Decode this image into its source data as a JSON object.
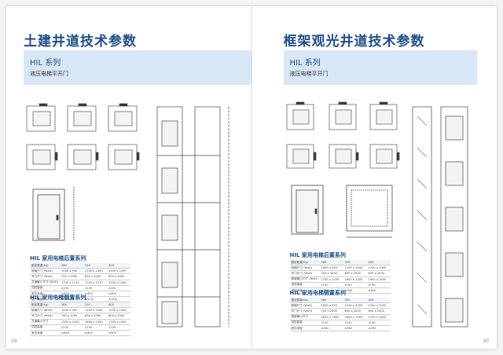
{
  "left_page": {
    "title": "土建井道技术参数",
    "series": "HIL 系列",
    "subtitle": "液压电梯平开门",
    "page_number": "29",
    "table1": {
      "title": "HIL 家用电梯后置系列",
      "rows": [
        [
          "额定载重(kg)",
          "260",
          "320",
          "400"
        ],
        [
          "轿厢尺寸 (WxD)",
          "1000 x 950",
          "1100 x 1000",
          "1200 x 1050"
        ],
        [
          "开门尺寸 (WxH)",
          "700 x 2000",
          "800 x 2000",
          "800 x 2000"
        ],
        [
          "井道最小尺寸 (WxD)",
          "1700 x 1170",
          "1700 x 1270",
          "1900 x 1400"
        ],
        [
          "顶层高度",
          "2150",
          "2150",
          "2150"
        ],
        [
          "底坑深度",
          "≥300",
          "≥300",
          "≥300"
        ],
        [
          "提升高度",
          "≤12m",
          "≤12m",
          "≤12m"
        ]
      ]
    },
    "table2": {
      "title": "HIL 家用电梯侧置系列",
      "rows": [
        [
          "额定载重(kg)",
          "260",
          "320",
          "400"
        ],
        [
          "轿厢尺寸 (WxD)",
          "1000 x 950",
          "1100 x 1000",
          "1200 x 1050"
        ],
        [
          "开门尺寸 (WxH)",
          "700 x 2000",
          "800 x 2000",
          "800 x 2000"
        ],
        [
          "井道最小尺寸",
          "1500 x 1200",
          "1650 x 1300",
          "1700 x 1400"
        ],
        [
          "顶层高度",
          "2150",
          "2150",
          "2150"
        ],
        [
          "底坑深度",
          "≥300",
          "≥300",
          "≥300"
        ]
      ]
    }
  },
  "right_page": {
    "title": "框架观光井道技术参数",
    "series": "HIL 系列",
    "subtitle": "液压电梯平开门",
    "page_number": "30",
    "table1": {
      "title": "HIL 家用电梯后置系列",
      "rows": [
        [
          "额定载重(kg)",
          "260",
          "320",
          "400"
        ],
        [
          "轿厢尺寸 (WxD)",
          "1000 x 950",
          "1100 x 1000",
          "1200 x 1050"
        ],
        [
          "开门尺寸 (WxH)",
          "700 x 2000",
          "800 x 2000",
          "800 x 2000"
        ],
        [
          "框架最小尺寸 (WxD)",
          "1750 x 1250",
          "1800 x 1300",
          "1900 x 1400"
        ],
        [
          "顶层高度",
          "2150",
          "2150",
          "2150"
        ],
        [
          "底坑深度",
          "≥300",
          "≥300",
          "≥300"
        ]
      ]
    },
    "table2": {
      "title": "HIL 家用电梯侧置系列",
      "rows": [
        [
          "额定载重(kg)",
          "260",
          "320",
          "400"
        ],
        [
          "轿厢尺寸 (WxD)",
          "1000 x 950",
          "1100 x 1000",
          "1200 x 1050"
        ],
        [
          "开门尺寸 (WxH)",
          "700 x 2000",
          "800 x 2000",
          "800 x 2000"
        ],
        [
          "框架最小尺寸",
          "1600 x 1300",
          "1650 x 1350",
          "1750 x 1400"
        ],
        [
          "顶层高度",
          "2150",
          "2150",
          "2150"
        ],
        [
          "底坑深度",
          "≥300",
          "≥300",
          "≥300"
        ]
      ]
    }
  },
  "colors": {
    "accent": "#1f4f8b",
    "band": "#d7e7f6"
  }
}
